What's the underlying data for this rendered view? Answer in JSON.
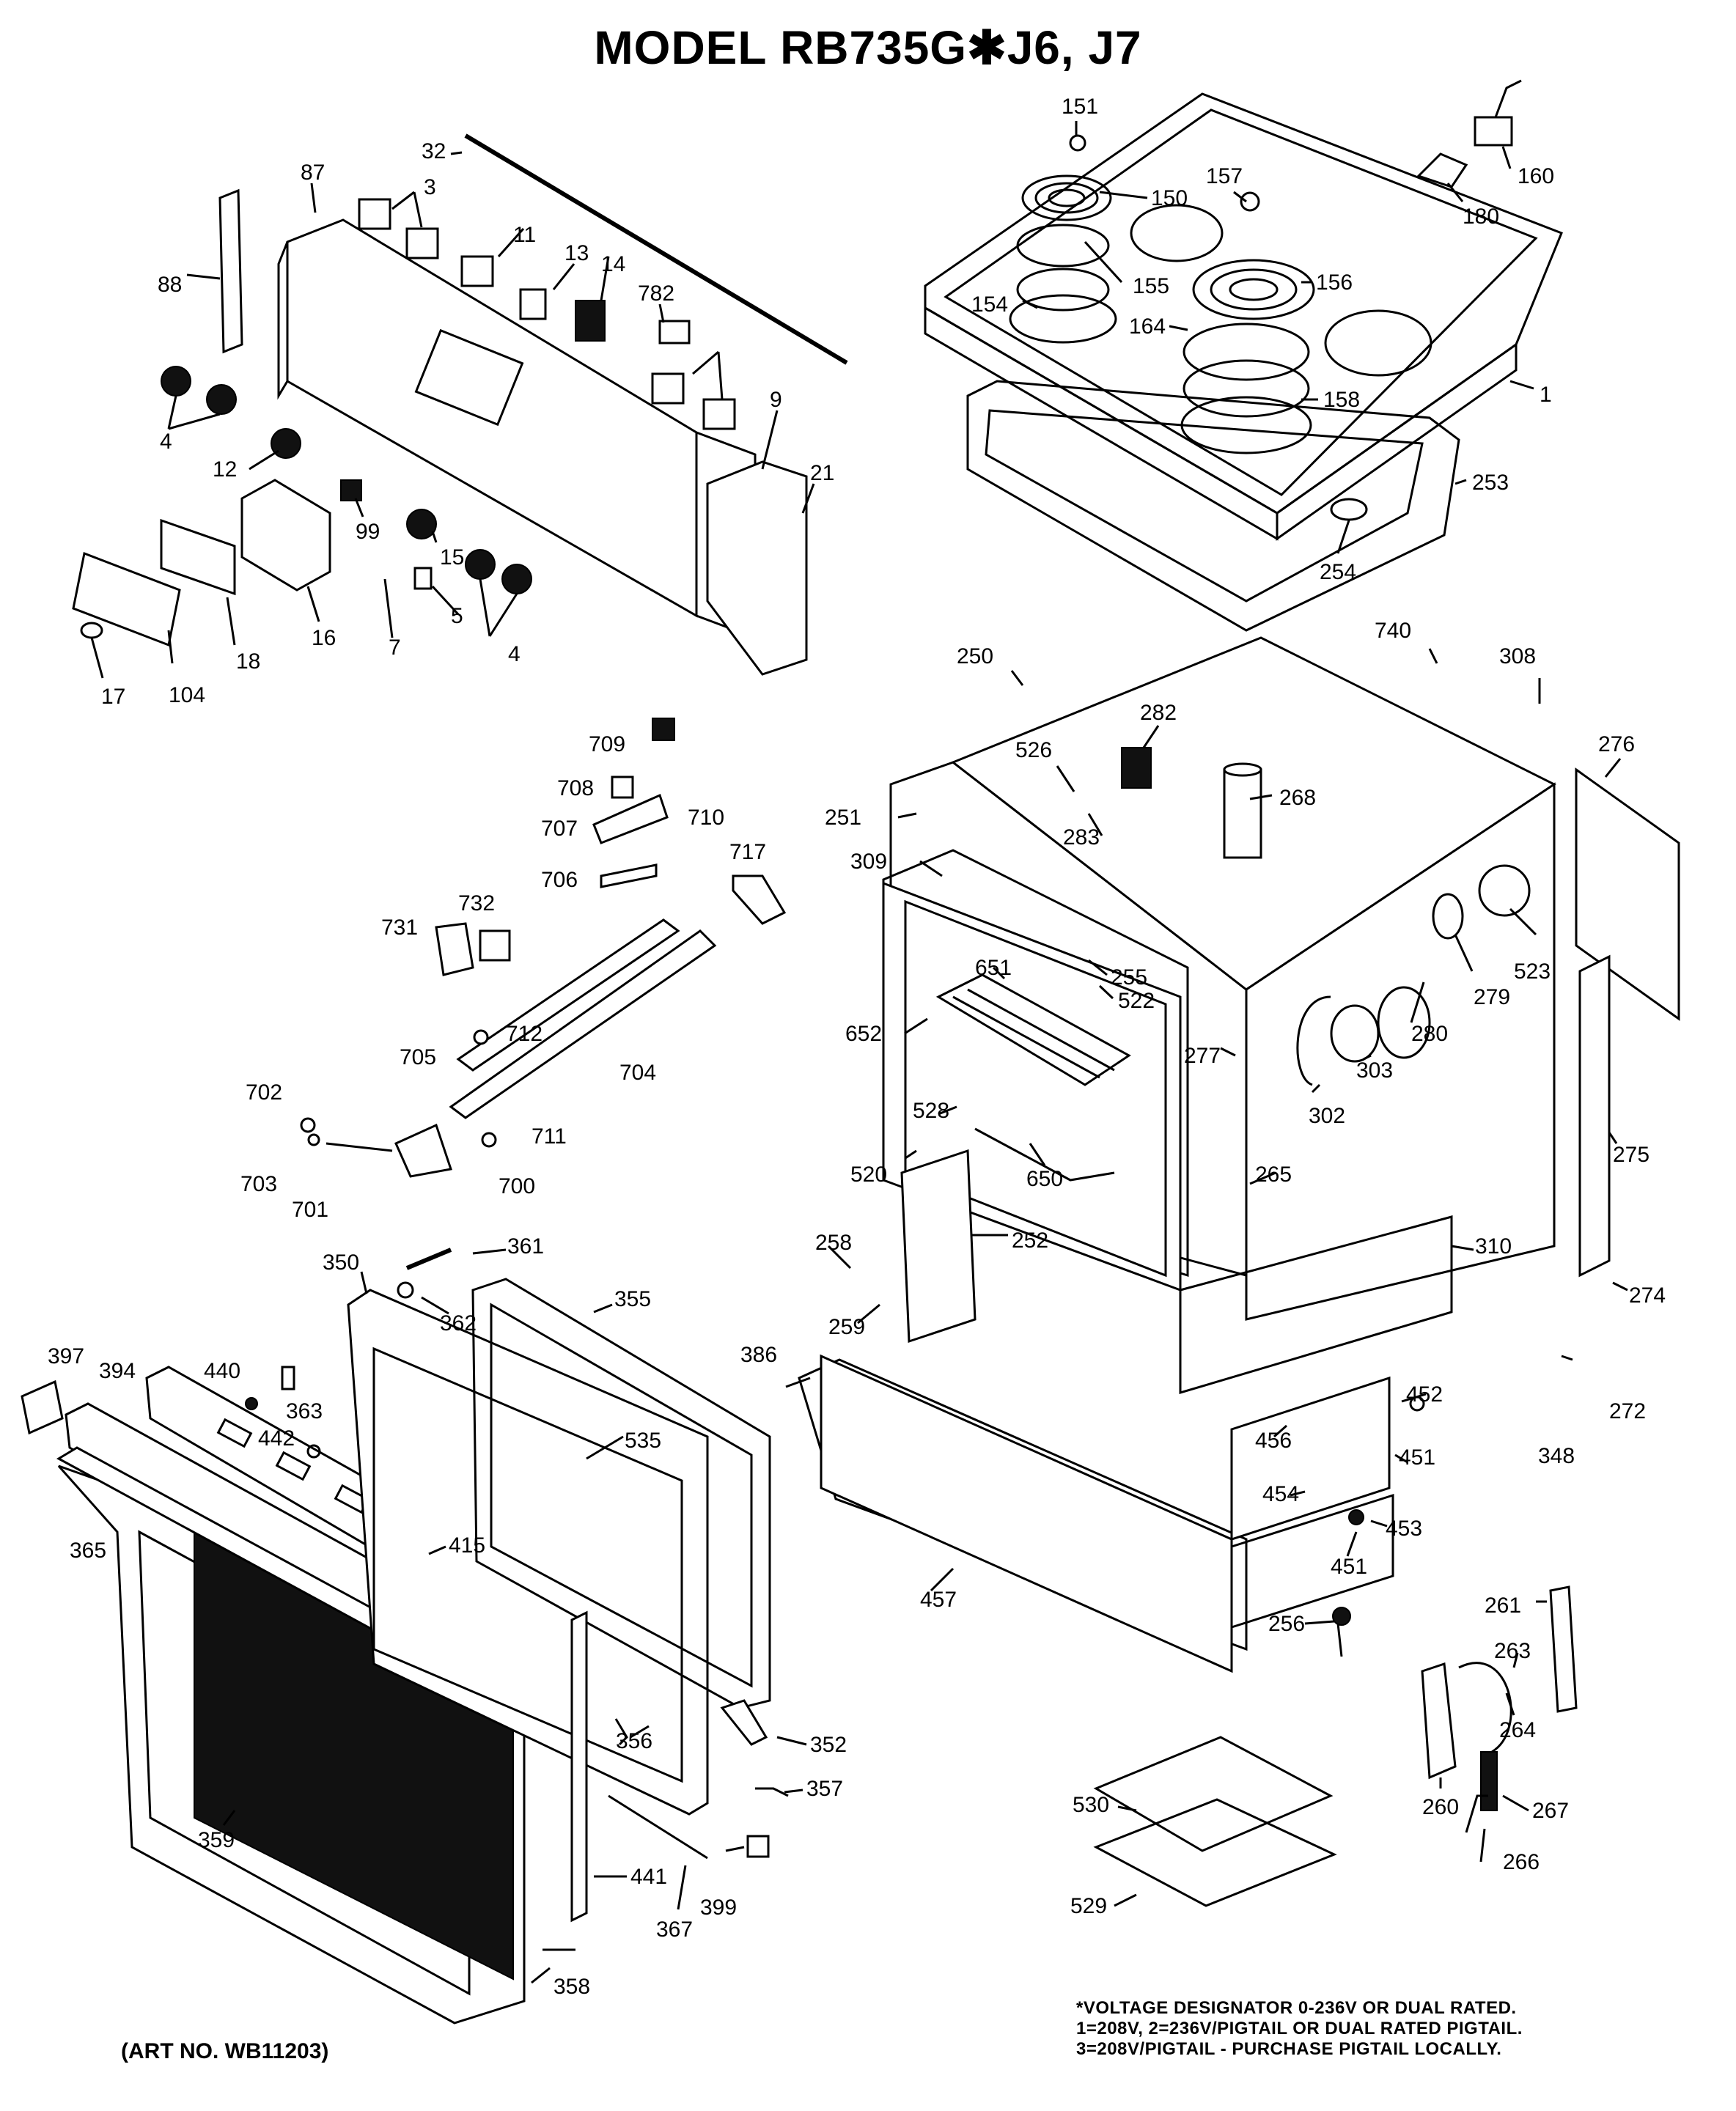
{
  "title": "MODEL RB735G✱J6, J7",
  "art_number": "(ART NO. WB11203)",
  "voltage_note": [
    "*VOLTAGE DESIGNATOR 0-236V OR DUAL RATED.",
    "1=208V, 2=236V/PIGTAIL OR DUAL RATED PIGTAIL.",
    "3=208V/PIGTAIL - PURCHASE PIGTAIL LOCALLY."
  ],
  "part_labels": [
    "151",
    "160",
    "32",
    "87",
    "3",
    "11",
    "13",
    "14",
    "782",
    "150",
    "157",
    "180",
    "88",
    "155",
    "156",
    "154",
    "164",
    "1",
    "158",
    "4",
    "9",
    "21",
    "12",
    "253",
    "99",
    "15",
    "254",
    "5",
    "16",
    "18",
    "7",
    "17",
    "104",
    "740",
    "250",
    "308",
    "709",
    "282",
    "276",
    "526",
    "708",
    "707",
    "710",
    "268",
    "251",
    "283",
    "717",
    "706",
    "309",
    "523",
    "731",
    "732",
    "255",
    "651",
    "522",
    "279",
    "280",
    "705",
    "712",
    "704",
    "652",
    "277",
    "303",
    "302",
    "702",
    "711",
    "528",
    "703",
    "700",
    "701",
    "520",
    "650",
    "265",
    "275",
    "361",
    "350",
    "258",
    "252",
    "310",
    "274",
    "355",
    "362",
    "259",
    "397",
    "440",
    "394",
    "386",
    "452",
    "363",
    "535",
    "442",
    "456",
    "348",
    "272",
    "451",
    "365",
    "454",
    "453",
    "415",
    "457",
    "256",
    "261",
    "263",
    "356",
    "352",
    "264",
    "357",
    "260",
    "267",
    "530",
    "359",
    "441",
    "266",
    "399",
    "529",
    "367",
    "358"
  ]
}
